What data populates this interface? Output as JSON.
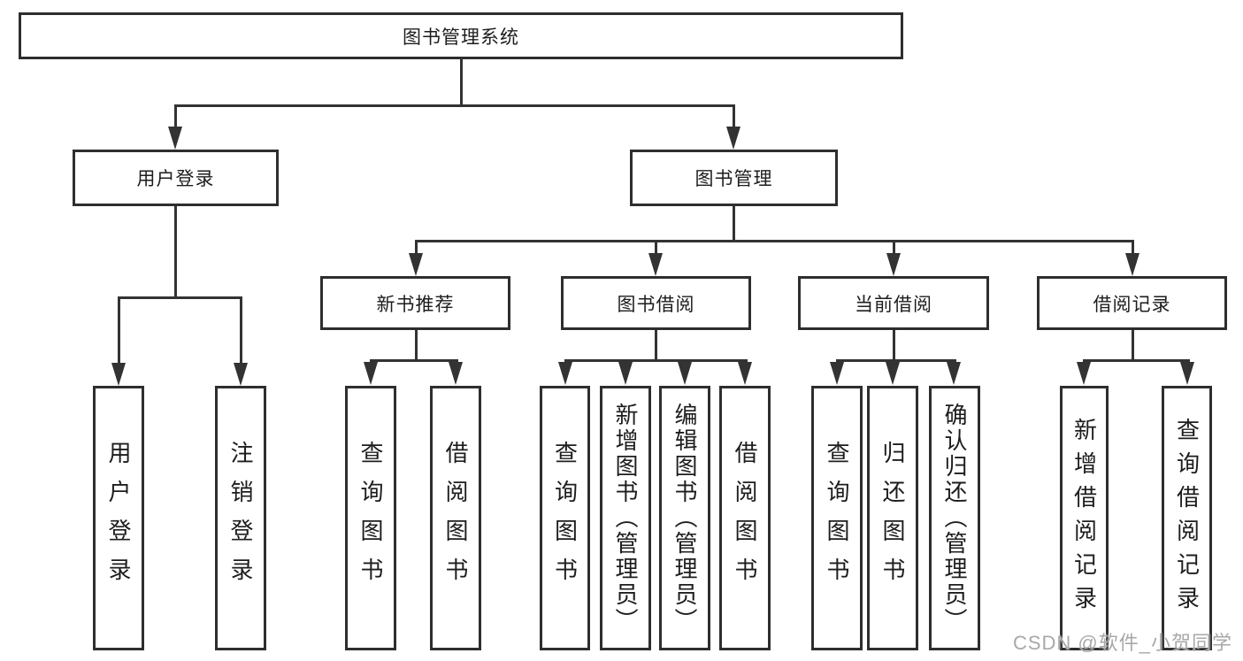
{
  "tree": {
    "root": "图书管理系统",
    "branches": {
      "user_login": {
        "label": "用户登录",
        "children": {
          "login": "用户登录",
          "logout": "注销登录"
        }
      },
      "book_mgmt": {
        "label": "图书管理",
        "sections": {
          "new_book": {
            "label": "新书推荐",
            "children": {
              "query": "查询图书",
              "borrow": "借阅图书"
            }
          },
          "borrowing": {
            "label": "图书借阅",
            "children": {
              "query": "查询图书",
              "add": "新增图书（管理员）",
              "edit": "编辑图书（管理员）",
              "borrow": "借阅图书"
            }
          },
          "current": {
            "label": "当前借阅",
            "children": {
              "query": "查询图书",
              "return": "归还图书",
              "confirm": "确认归还（管理员）"
            }
          },
          "records": {
            "label": "借阅记录",
            "children": {
              "add": "新增借阅记录",
              "query": "查询借阅记录"
            }
          }
        }
      }
    }
  },
  "watermark": "CSDN @软件_小贺同学",
  "colors": {
    "line": "#333333",
    "border": "#2e2e2e",
    "text": "#1d1d1d",
    "watermark": "#a8a8a8",
    "background": "#ffffff"
  }
}
